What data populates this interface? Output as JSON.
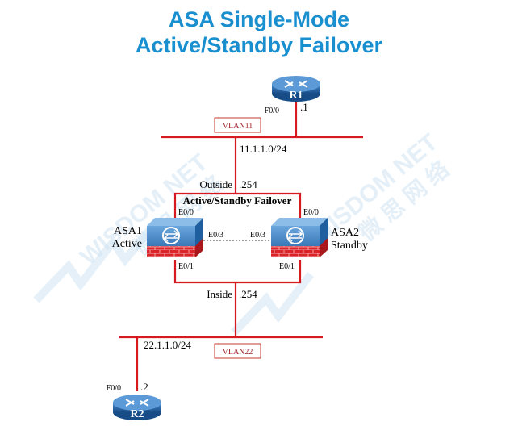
{
  "title": {
    "line1": "ASA Single-Mode",
    "line2": "Active/Standby Failover"
  },
  "watermark": {
    "text_en": "WISDOM NET",
    "text_cn": "微 思 网 络"
  },
  "colors": {
    "title": "#1a8fd0",
    "link": "#d71920",
    "device_blue": "#1f5fa0",
    "firewall_red": "#d9252a"
  },
  "r1": {
    "name": "R1",
    "interface": "F0/0",
    "ip": ".1"
  },
  "vlan11": {
    "label": "VLAN11",
    "subnet": "11.1.1.0/24"
  },
  "outside": {
    "label": "Outside",
    "ip": ".254"
  },
  "failover": {
    "label": "Active/Standby Failover"
  },
  "asa1": {
    "name": "ASA1",
    "role": "Active",
    "e00": "E0/0",
    "e03": "E0/3",
    "e01": "E0/1"
  },
  "asa2": {
    "name": "ASA2",
    "role": "Standby",
    "e00": "E0/0",
    "e03": "E0/3",
    "e01": "E0/1"
  },
  "inside": {
    "label": "Inside",
    "ip": ".254"
  },
  "vlan22": {
    "label": "VLAN22",
    "subnet": "22.1.1.0/24"
  },
  "r2": {
    "name": "R2",
    "interface": "F0/0",
    "ip": ".2"
  },
  "icons": [
    "router-icon",
    "firewall-icon"
  ]
}
